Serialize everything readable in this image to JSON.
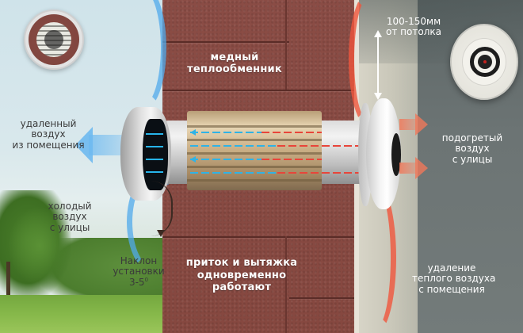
{
  "diagram": {
    "title": "Recuperator ventilation through wall",
    "labels": {
      "exhaust_air_out": [
        "удаленный",
        "воздух",
        "из помещения"
      ],
      "cold_air_in": [
        "холодый",
        "воздух",
        "с улицы"
      ],
      "tilt": [
        "Наклон",
        "установки",
        "3-5",
        "0"
      ],
      "copper_exchanger": [
        "медный",
        "теплообменник"
      ],
      "simultaneous": [
        "приток и вытяжка",
        "одновременно",
        "работают"
      ],
      "ceiling_distance": [
        "100-150мм",
        "от потолка"
      ],
      "warmed_air": [
        "подогретый",
        "воздух",
        "с улицы"
      ],
      "warm_air_removal": [
        "удаление",
        "теплого воздуха",
        "с помещения"
      ]
    },
    "colors": {
      "wall": "#864840",
      "sky": "#d9e8ec",
      "interior": "#6c7474",
      "cold_flow": "#2fb3e6",
      "warm_flow": "#e8453a",
      "text_light": "#ffffff",
      "text_dark": "#3a3a3a"
    },
    "icons": [
      "outdoor-grille-callout",
      "indoor-valve-callout",
      "heat-exchanger",
      "tilt-arrow",
      "ceiling-dimension-arrow"
    ]
  }
}
